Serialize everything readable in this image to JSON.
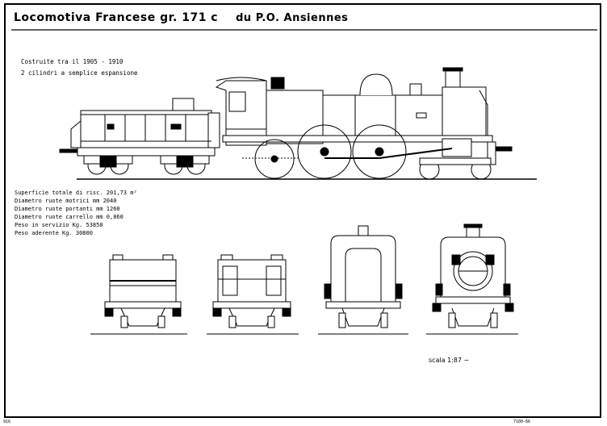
{
  "title": "Locomotiva Francese gr. 171 c",
  "subtitle": "du P.O. Ansiennes",
  "notes": {
    "built": "Costruite tra il 1905 - 1910",
    "cylinders": "2 cilindri a semplice espansione"
  },
  "specs": [
    "Superficie totale di risc. 201,73 m²",
    "Diametro ruote motrici mm 2040",
    "Diametro ruote portanti mm 1260",
    "Diametro ruote carrello mm 0,860",
    "Peso in servizio Kg. 53850",
    "Peso aderente Kg. 30800"
  ],
  "scale": "scala 1:87 ~",
  "corner_left": "916",
  "corner_right": "7100-66",
  "colors": {
    "ink": "#000000",
    "paper": "#ffffff"
  }
}
